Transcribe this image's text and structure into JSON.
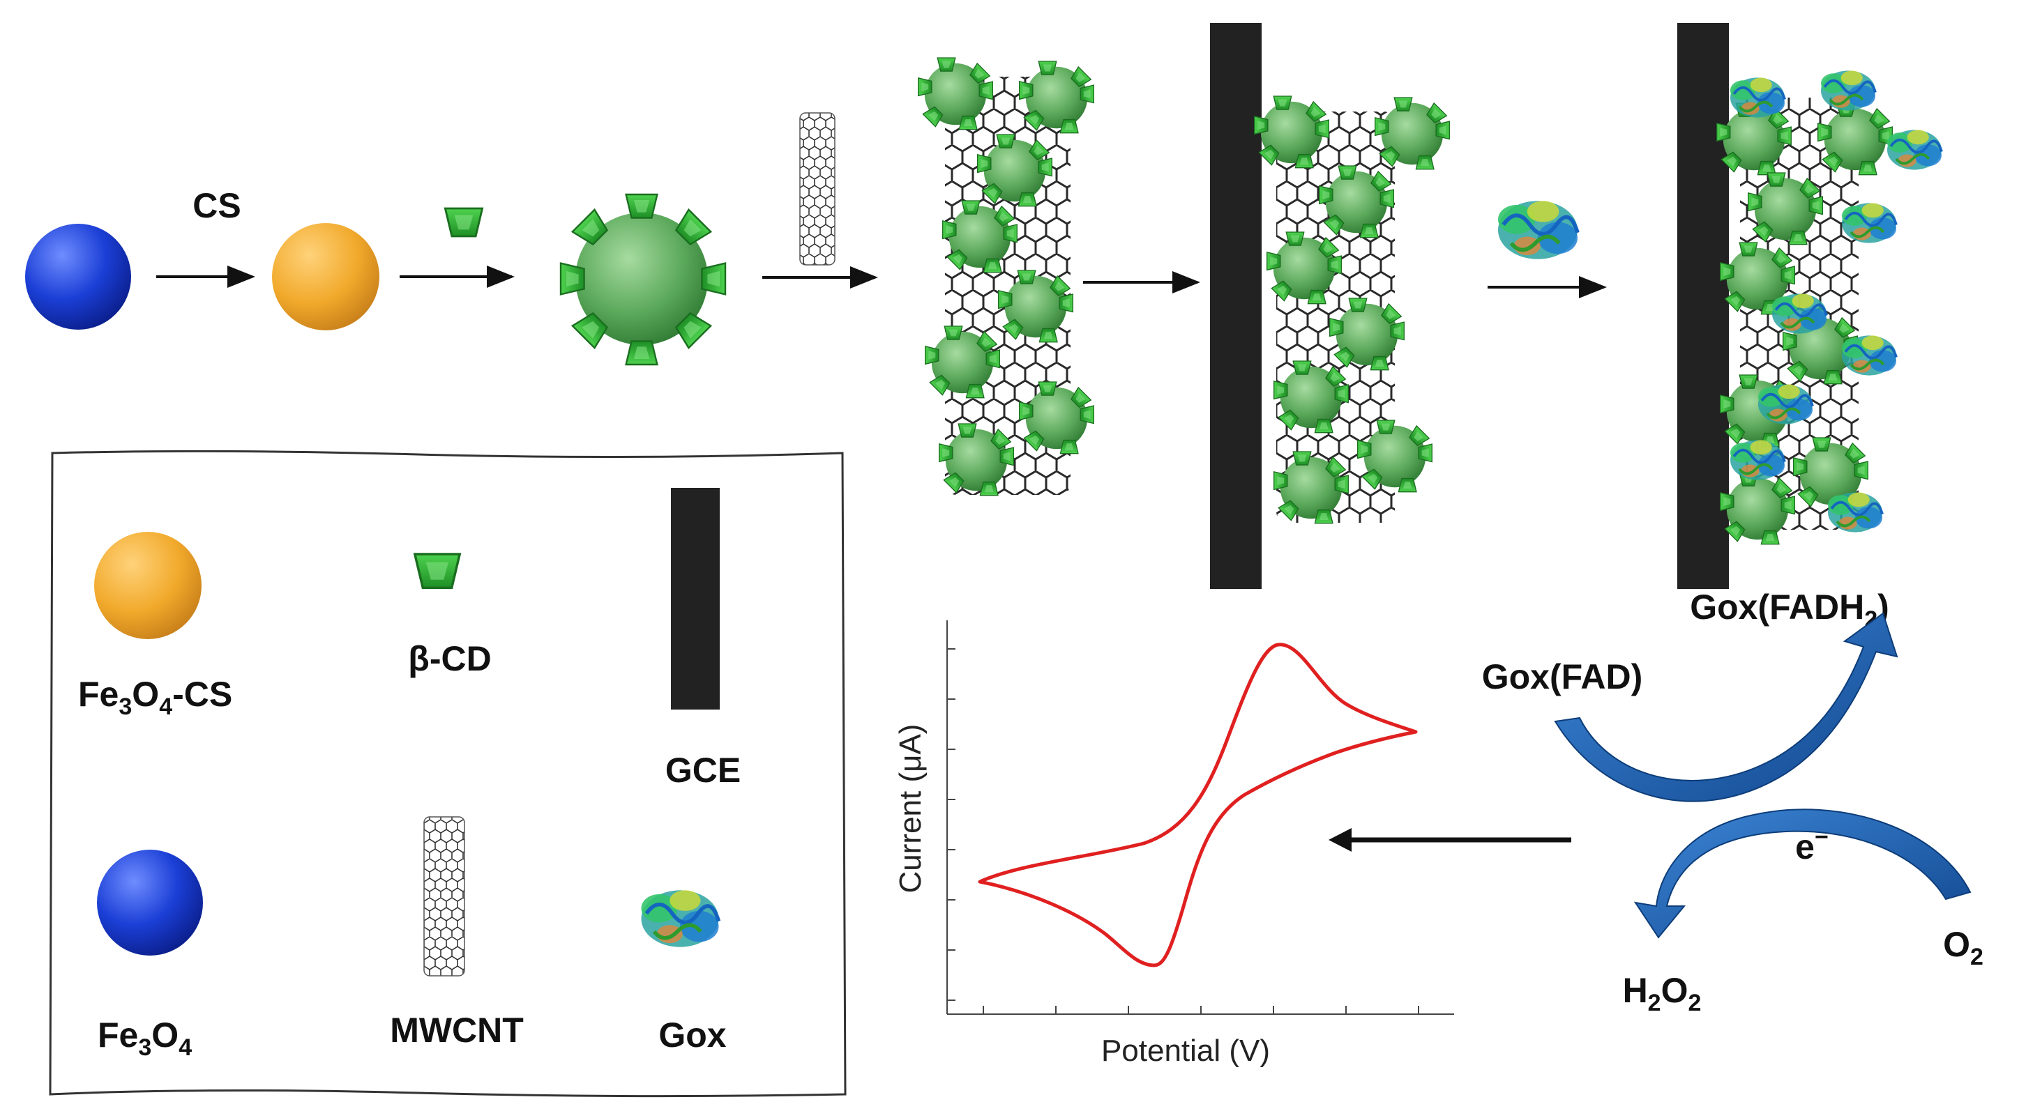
{
  "steps": {
    "cs_label": "CS"
  },
  "legend": {
    "fe3o4_cs": {
      "base": "Fe",
      "sub1": "3",
      "mid": "O",
      "sub2": "4",
      "tail": "-CS"
    },
    "beta_cd": "β-CD",
    "gce": "GCE",
    "fe3o4": {
      "base": "Fe",
      "sub1": "3",
      "mid": "O",
      "sub2": "4",
      "tail": ""
    },
    "mwcnt": "MWCNT",
    "gox": "Gox"
  },
  "reaction": {
    "gox_fad": "Gox(FAD)",
    "gox_fadh2": {
      "base": "Gox(FADH",
      "sub": "2",
      "tail": ")"
    },
    "electron": {
      "base": "e",
      "sup": "−"
    },
    "h2o2": {
      "a": "H",
      "sa": "2",
      "b": "O",
      "sb": "2"
    },
    "o2": {
      "a": "O",
      "sa": "2"
    }
  },
  "chart": {
    "xlabel": "Potential (V)",
    "ylabel": "Current (μA)"
  },
  "colors": {
    "fe3o4": "#1b3fd6",
    "fe3o4_cs": "#f1a92b",
    "beta_cd": "#3fb53f",
    "electrode": "#222222",
    "cv_curve": "#e02020",
    "reaction_arrow": "#1f63b8"
  }
}
